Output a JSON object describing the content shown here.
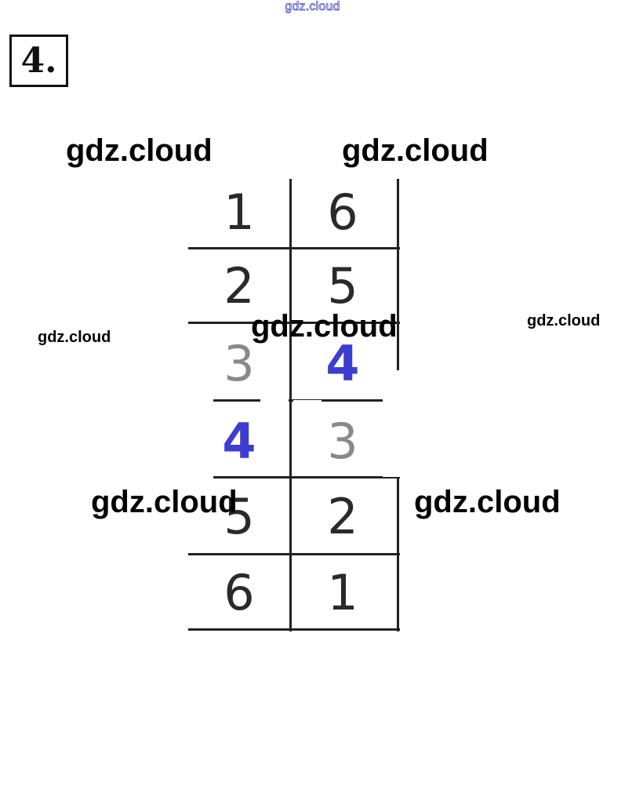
{
  "top_watermark": "gdz.cloud",
  "task": {
    "number": "4."
  },
  "watermarks": {
    "wm1": "gdz.cloud",
    "wm2": "gdz.cloud",
    "wm3": "gdz.cloud",
    "wm4": "gdz.cloud",
    "wm5": "gdz.cloud",
    "wm6": "gdz.cloud",
    "wm7": "gdz.cloud"
  },
  "table": {
    "rows": [
      {
        "left": "1",
        "right": "6"
      },
      {
        "left": "2",
        "right": "5"
      },
      {
        "left": "3",
        "right": "4"
      },
      {
        "left": "4",
        "right": "3"
      },
      {
        "left": "5",
        "right": "2"
      },
      {
        "left": "6",
        "right": "1"
      }
    ],
    "answer_color": "#3d3dd0"
  }
}
